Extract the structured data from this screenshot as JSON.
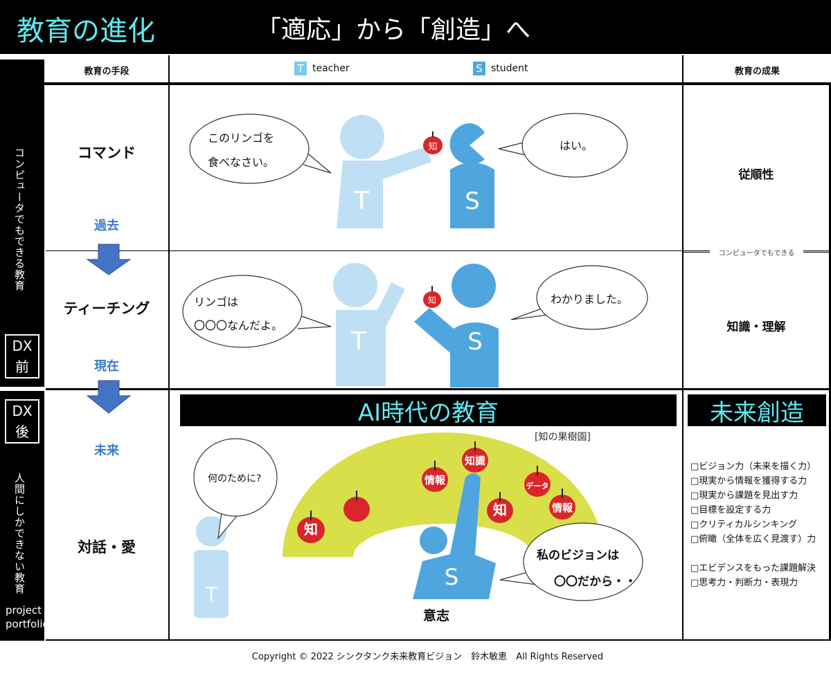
{
  "header": {
    "title": "教育の進化",
    "subtitle": "「適応」から「創造」へ"
  },
  "columns": {
    "means": "教育の手段",
    "teacher_icon": "T",
    "teacher": "teacher",
    "student_icon": "S",
    "student": "student",
    "result": "教育の成果"
  },
  "left_labels": {
    "computer": "コンピュータでもできる教育",
    "dx_before": [
      "DX",
      "前"
    ],
    "dx_after": [
      "DX",
      "後"
    ],
    "human": "人間にしかできない教育",
    "pbl": "project based learning",
    "portfolio": "portfolio"
  },
  "rows": [
    {
      "means": "コマンド",
      "time": "過去",
      "teacher_line": [
        "このリンゴを",
        "食べなさい。"
      ],
      "student_line": "はい。",
      "apple": "知",
      "result": "従順性"
    },
    {
      "means": "ティーチング",
      "time": "現在",
      "teacher_line": [
        "リンゴは",
        "〇〇〇なんだよ。"
      ],
      "student_line": "わかりました。",
      "apple": "知",
      "result": "知識・理解"
    },
    {
      "means": "対話・愛",
      "time": "未来",
      "banner": "AI時代の教育",
      "orchard": "[知の果樹園]",
      "teacher_line": "何のために?",
      "student_line": [
        "私のビジョンは",
        "〇〇だから・・"
      ],
      "will": "意志",
      "result_banner": "未来創造"
    }
  ],
  "divider_label": "コンピュータでもできる",
  "apples": [
    "知",
    "",
    "情報",
    "知識",
    "データ",
    "知",
    "情報"
  ],
  "skills": [
    "□ビジョン力（未来を描く力）",
    "□現実から情報を獲得する力",
    "□現実から課題を見出す力",
    "□目標を設定する力",
    "□クリティカルシンキング",
    "□俯瞰（全体を広く見渡す）力",
    "",
    "□エビデンスをもった課題解決",
    "□思考力・判断力・表現力"
  ],
  "footer": "Copyright © 2022  シンクタンク未来教育ビジョン　鈴木敏恵　All Rights Reserved",
  "colors": {
    "teacher": "#bfe0f4",
    "student": "#4fa6de",
    "apple": "#d8262a",
    "orchard": "#d9df48",
    "banner_text": "#5fe8f0",
    "time": "#3b7bc8"
  }
}
